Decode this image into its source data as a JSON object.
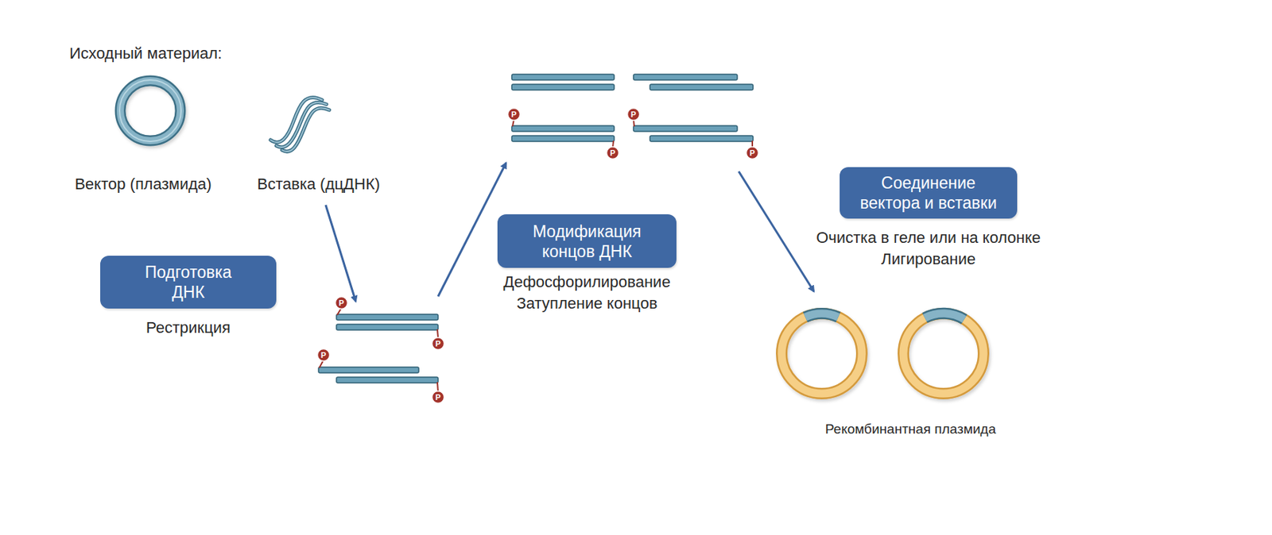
{
  "diagram": {
    "nodes": [
      {
        "text": [
          "Подготовка ДНК",
          "Рестрикция"
        ]
      },
      {
        "text": [
          "Модификация концов ДНК",
          "Дефосфорилирование",
          "Затупление концов"
        ]
      },
      {
        "text": [
          "Соединение вектора и вставки",
          "Очистка в геле или на колонке",
          "Лигирование"
        ]
      }
    ],
    "labels": [
      "Исходный материал:",
      "Вектор (плазмида)",
      "Вставка (дцДНК)",
      "P",
      "P",
      "P",
      "P",
      "P",
      "P",
      "P",
      "P",
      "Рекомбинантная плазмида"
    ]
  }
}
